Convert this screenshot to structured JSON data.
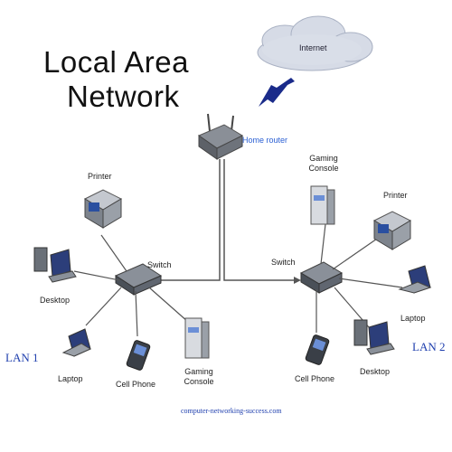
{
  "title_line1": "Local Area",
  "title_line2": "Network",
  "cloud_label": "Internet",
  "router_label": "Home router",
  "lan1": {
    "name": "LAN 1",
    "switch_label": "Switch",
    "printer": "Printer",
    "desktop": "Desktop",
    "laptop": "Laptop",
    "cell_phone": "Cell Phone",
    "gaming_console": "Gaming Console"
  },
  "lan2": {
    "name": "LAN 2",
    "switch_label": "Switch",
    "gaming_console": "Gaming Console",
    "printer": "Printer",
    "laptop": "Laptop",
    "desktop": "Desktop",
    "cell_phone": "Cell Phone"
  },
  "footer": "computer-networking-success.com",
  "colors": {
    "line": "#555555",
    "lan_text": "#1f3fae",
    "router_text": "#2a5fd3",
    "cloud": "#cfd6e4",
    "bolt": "#1a2b8a"
  }
}
